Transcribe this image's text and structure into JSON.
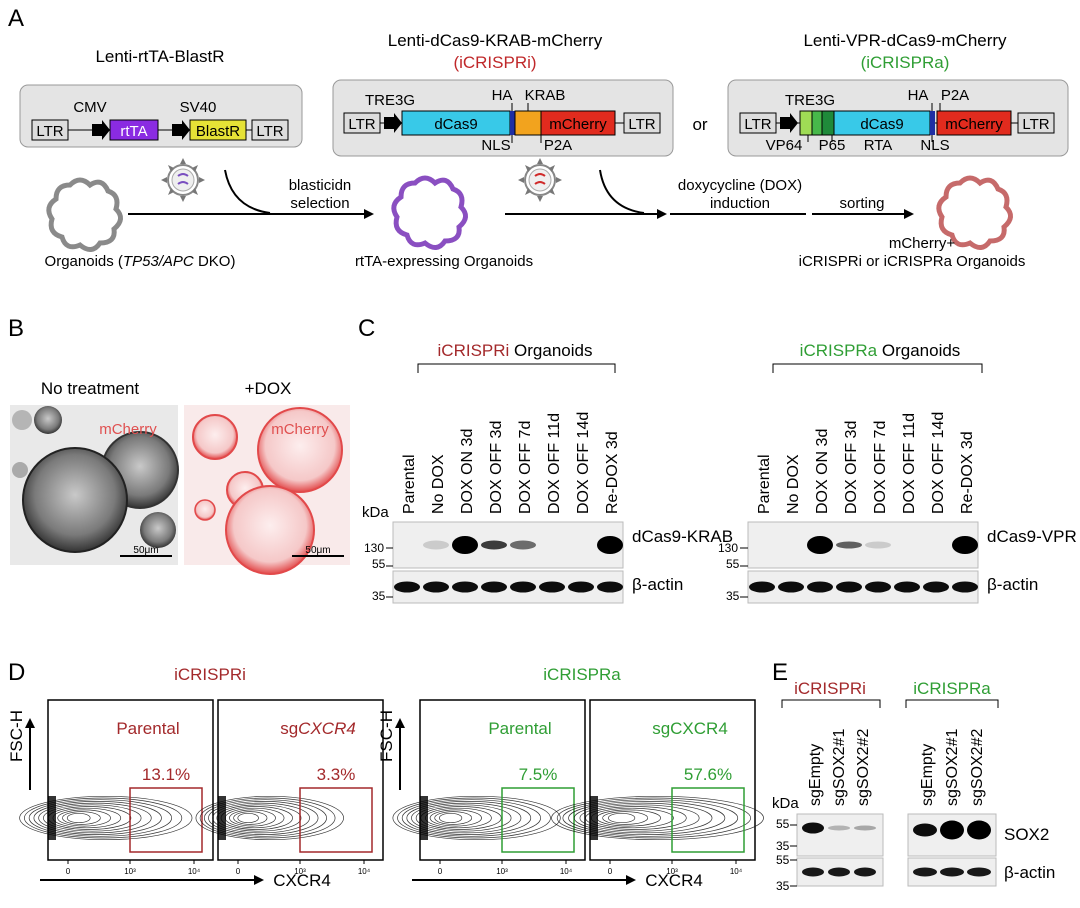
{
  "colors": {
    "red": "#a3292b",
    "green": "#2f9e34",
    "rtta": "#8a2be2",
    "blastr": "#e6e236",
    "dcas9": "#38c9e8",
    "mcherry": "#e12b1e",
    "krab": "#f2a31e",
    "nls": "#1f2ea3",
    "vp64": "#9fdc55",
    "p65": "#47b84a",
    "rta": "#1f8a3a",
    "box": "#e4e4e4",
    "organoid_gray": "#8a8a8a",
    "organoid_purple": "#8a4fc1",
    "organoid_pink": "#c66a6a"
  },
  "panel_a": {
    "letter": "A",
    "construct1": {
      "title": "Lenti-rtTA-BlastR",
      "labels": {
        "ltr_left": "LTR",
        "cmv": "CMV",
        "rtta": "rtTA",
        "sv40": "SV40",
        "blastr": "BlastR",
        "ltr_right": "LTR"
      }
    },
    "construct2": {
      "title": "Lenti-dCas9-KRAB-mCherry",
      "subtitle": "(iCRISPRi)",
      "labels": {
        "ltr_left": "LTR",
        "tre3g": "TRE3G",
        "dcas9": "dCas9",
        "ha": "HA",
        "krab": "KRAB",
        "nls": "NLS",
        "p2a": "P2A",
        "mcherry": "mCherry",
        "ltr_right": "LTR"
      }
    },
    "or": "or",
    "construct3": {
      "title": "Lenti-VPR-dCas9-mCherry",
      "subtitle": "(iCRISPRa)",
      "labels": {
        "ltr_left": "LTR",
        "tre3g": "TRE3G",
        "dcas9": "dCas9",
        "ha": "HA",
        "p2a": "P2A",
        "vp64": "VP64",
        "p65": "P65",
        "rta": "RTA",
        "nls": "NLS",
        "mcherry": "mCherry",
        "ltr_right": "LTR"
      }
    },
    "workflow": {
      "step1": "blasticidn",
      "step1b": "selection",
      "step2": "doxycycline (DOX)",
      "step2b": "induction",
      "step3": "sorting",
      "organoid1_pre": "Organoids (",
      "organoid1_italic": "TP53/APC",
      "organoid1_post": " DKO)",
      "organoid2": "rtTA-expressing Organoids",
      "organoid3a": "mCherry+",
      "organoid3b": "iCRISPRi or iCRISPRa Organoids"
    }
  },
  "panel_b": {
    "letter": "B",
    "left_title": "No treatment",
    "right_title": "+DOX",
    "channel": "mCherry",
    "scale": "50μm"
  },
  "panel_c": {
    "letter": "C",
    "kda": "kDa",
    "lanes": [
      "Parental",
      "No DOX",
      "DOX ON 3d",
      "DOX OFF 3d",
      "DOX OFF 7d",
      "DOX OFF 11d",
      "DOX OFF 14d",
      "Re-DOX 3d"
    ],
    "left": {
      "title_colored": "iCRISPRi",
      "title_rest": " Organoids",
      "target": "dCas9-KRAB"
    },
    "right": {
      "title_colored": "iCRISPRa",
      "title_rest": " Organoids",
      "target": "dCas9-VPR"
    },
    "loading": "β-actin",
    "markers": [
      "130",
      "55",
      "35"
    ]
  },
  "panel_d": {
    "letter": "D",
    "left_group": "iCRISPRi",
    "right_group": "iCRISPRa",
    "y_label": "FSC-H",
    "x_label": "CXCR4",
    "tick_0": "0",
    "tick_3": "10³",
    "tick_4": "10⁴",
    "plots": [
      {
        "label": "Parental",
        "label_italic": "",
        "percent": "13.1%",
        "group": "i"
      },
      {
        "label": "sg",
        "label_italic": "CXCR4",
        "percent": "3.3%",
        "group": "i"
      },
      {
        "label": "Parental",
        "label_italic": "",
        "percent": "7.5%",
        "group": "a"
      },
      {
        "label": "sgCXCR4",
        "label_italic": "",
        "percent": "57.6%",
        "group": "a"
      }
    ]
  },
  "panel_e": {
    "letter": "E",
    "left_group": "iCRISPRi",
    "right_group": "iCRISPRa",
    "kda": "kDa",
    "lanes": [
      "sgEmpty",
      "sgSOX2#1",
      "sgSOX2#2"
    ],
    "target": "SOX2",
    "loading": "β-actin",
    "markers": [
      "55",
      "35",
      "55",
      "35"
    ]
  }
}
